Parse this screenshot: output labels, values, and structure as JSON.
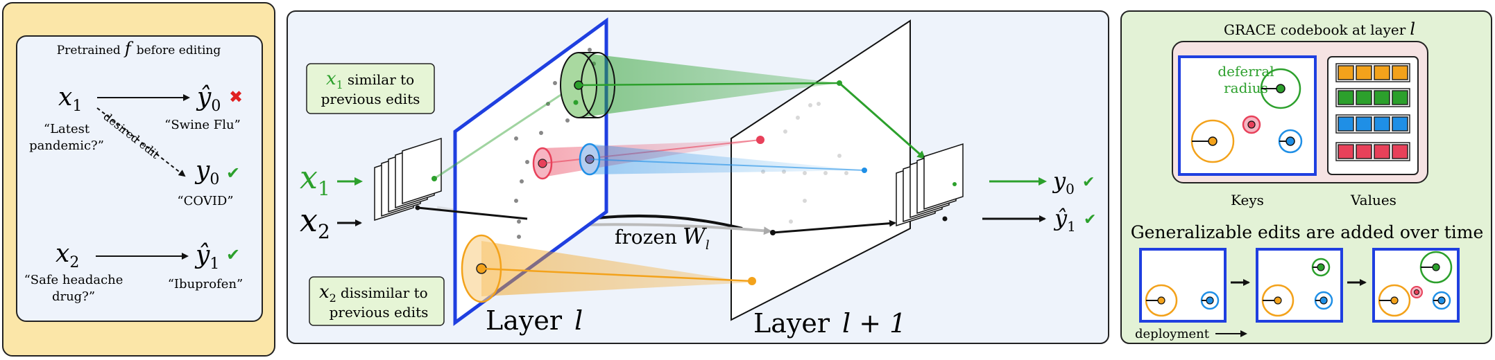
{
  "colors": {
    "left_bg": "#fbe6a8",
    "left_inner": "#eef3fb",
    "mid_bg": "#eef3fb",
    "right_bg": "#e3f2d6",
    "codebook_bg": "#f6e3e3",
    "blue_frame": "#1f3fe0",
    "green": "#2ca02c",
    "red": "#e8415a",
    "blue": "#1f8fe6",
    "orange": "#f3a21b"
  },
  "left_panel": {
    "title_pre": "Pretrained",
    "title_f": "f",
    "title_post": "before editing",
    "x1": "x",
    "x1_sub": "1",
    "x1_caption_line1": "“Latest",
    "x1_caption_line2": "pandemic?”",
    "y0hat": "ŷ",
    "y0hat_sub": "0",
    "y0hat_caption": "“Swine Flu”",
    "y0": "y",
    "y0_sub": "0",
    "y0_caption": "“COVID”",
    "desired_edit": "desired edit",
    "x2": "x",
    "x2_sub": "2",
    "x2_caption_line1": "“Safe headache",
    "x2_caption_line2": "drug?”",
    "y1hat": "ŷ",
    "y1hat_sub": "1",
    "y1hat_caption": "“Ibuprofen”",
    "cross_mark": "✖",
    "check_mark": "✔"
  },
  "middle_panel": {
    "x1_note_var": "x",
    "x1_note_sub": "1",
    "x1_note_line1": "similar to",
    "x1_note_line2": "previous edits",
    "x2_note_var": "x",
    "x2_note_sub": "2",
    "x2_note_line1": "dissimilar to",
    "x2_note_line2": "previous edits",
    "input_x1": "x",
    "input_x1_sub": "1",
    "input_x2": "x",
    "input_x2_sub": "2",
    "frozen_label": "frozen",
    "frozen_W": "W",
    "frozen_sub": "l",
    "layer_l_label": "Layer",
    "layer_l_var": "l",
    "layer_l1_label": "Layer",
    "layer_l1_var": "l + 1",
    "out_y0": "y",
    "out_y0_sub": "0",
    "out_y1": "ŷ",
    "out_y1_sub": "1",
    "check_mark": "✔"
  },
  "right_panel": {
    "codebook_title": "GRACE codebook at layer",
    "codebook_title_var": "l",
    "deferral_line1": "deferral",
    "deferral_line2": "radius",
    "keys_label": "Keys",
    "values_label": "Values",
    "generalizable_title": "Generalizable edits are added over time",
    "deployment_label": "deployment"
  }
}
